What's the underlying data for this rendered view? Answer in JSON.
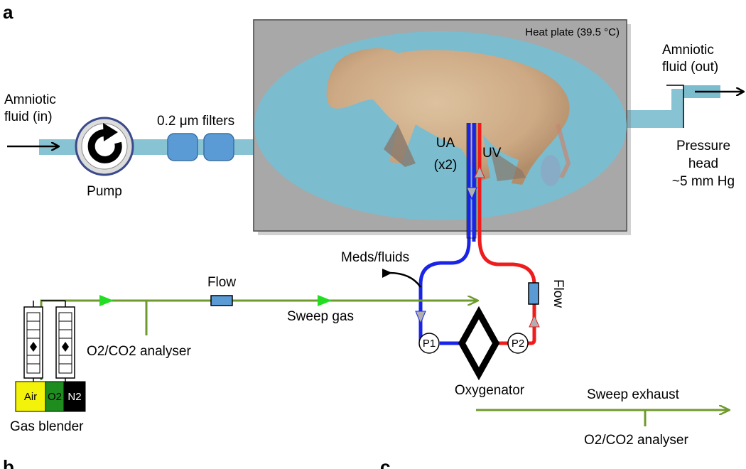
{
  "panels": {
    "a": "a",
    "b": "b",
    "c": "c"
  },
  "labels": {
    "heat_plate": "Heat plate (39.5 °C)",
    "amniotic_in_line1": "Amniotic",
    "amniotic_in_line2": "fluid (in)",
    "amniotic_out_line1": "Amniotic",
    "amniotic_out_line2": "fluid (out)",
    "pump": "Pump",
    "filters": "0.2 μm filters",
    "pressure_line1": "Pressure",
    "pressure_line2": "head",
    "pressure_line3": "~5 mm Hg",
    "ua_line1": "UA",
    "ua_line2": "(x2)",
    "uv": "UV",
    "meds": "Meds/fluids",
    "flow_top": "Flow",
    "flow_side": "Flow",
    "sweep_gas": "Sweep gas",
    "analyser_left": "O2/CO2 analyser",
    "analyser_right": "O2/CO2 analyser",
    "oxygenator": "Oxygenator",
    "sweep_exhaust": "Sweep exhaust",
    "p1": "P1",
    "p2": "P2",
    "gas_blender": "Gas blender",
    "air": "Air",
    "o2": "O2",
    "n2": "N2"
  },
  "colors": {
    "fluid": "#7bbccf",
    "heat_plate": "#a8a8a8",
    "ua": "#1a24e6",
    "uv": "#ee1c1c",
    "gas_line": "#6f9a2e",
    "gas_arrow": "#22dd22",
    "filter": "#5b9bd5",
    "air_tank": "#f2f20a",
    "o2_tank": "#1e8c1e",
    "n2_tank": "#000000"
  }
}
